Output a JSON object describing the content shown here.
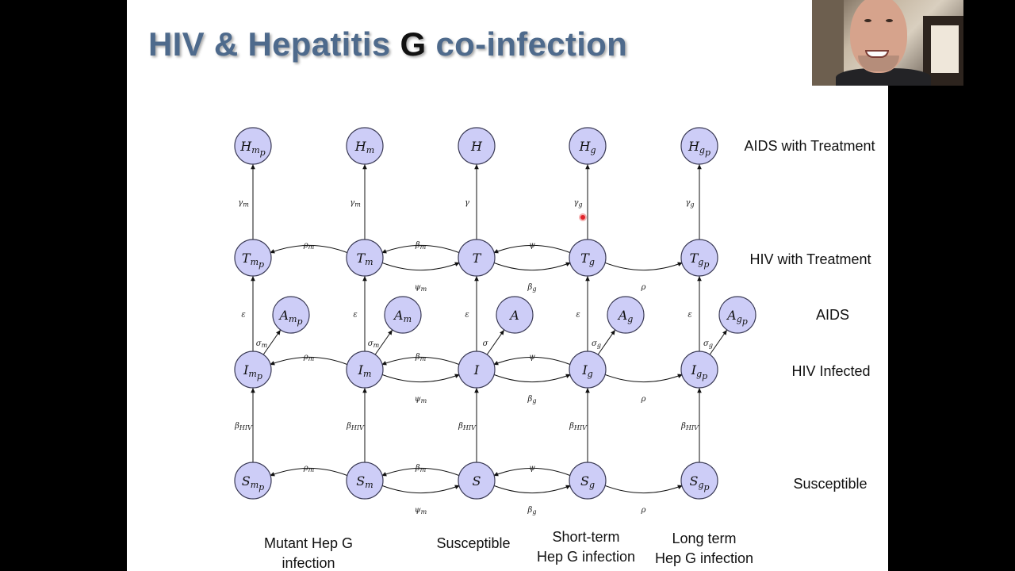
{
  "slide": {
    "title_part1": "HIV & Hepatitis ",
    "title_highlight": "G",
    "title_part2": " co-infection"
  },
  "diagram": {
    "nodes": [
      {
        "id": "Hmp",
        "base": "H",
        "sub": "m",
        "subsub": "p"
      },
      {
        "id": "Hm",
        "base": "H",
        "sub": "m"
      },
      {
        "id": "H",
        "base": "H"
      },
      {
        "id": "Hg",
        "base": "H",
        "sub": "g"
      },
      {
        "id": "Hgp",
        "base": "H",
        "sub": "g",
        "subsub": "p"
      },
      {
        "id": "Tmp",
        "base": "T",
        "sub": "m",
        "subsub": "p"
      },
      {
        "id": "Tm",
        "base": "T",
        "sub": "m"
      },
      {
        "id": "T",
        "base": "T"
      },
      {
        "id": "Tg",
        "base": "T",
        "sub": "g"
      },
      {
        "id": "Tgp",
        "base": "T",
        "sub": "g",
        "subsub": "p"
      },
      {
        "id": "Amp",
        "base": "A",
        "sub": "m",
        "subsub": "p"
      },
      {
        "id": "Am",
        "base": "A",
        "sub": "m"
      },
      {
        "id": "A",
        "base": "A"
      },
      {
        "id": "Ag",
        "base": "A",
        "sub": "g"
      },
      {
        "id": "Agp",
        "base": "A",
        "sub": "g",
        "subsub": "p"
      },
      {
        "id": "Imp",
        "base": "I",
        "sub": "m",
        "subsub": "p"
      },
      {
        "id": "Im",
        "base": "I",
        "sub": "m"
      },
      {
        "id": "I",
        "base": "I"
      },
      {
        "id": "Ig",
        "base": "I",
        "sub": "g"
      },
      {
        "id": "Igp",
        "base": "I",
        "sub": "g",
        "subsub": "p"
      },
      {
        "id": "Smp",
        "base": "S",
        "sub": "m",
        "subsub": "p"
      },
      {
        "id": "Sm",
        "base": "S",
        "sub": "m"
      },
      {
        "id": "S",
        "base": "S"
      },
      {
        "id": "Sg",
        "base": "S",
        "sub": "g"
      },
      {
        "id": "Sgp",
        "base": "S",
        "sub": "g",
        "subsub": "p"
      }
    ],
    "edges": [
      {
        "from": "Tmp",
        "to": "Hmp",
        "rate": "γ",
        "rate_sub": "m"
      },
      {
        "from": "Tm",
        "to": "Hm",
        "rate": "γ",
        "rate_sub": "m"
      },
      {
        "from": "T",
        "to": "H",
        "rate": "γ"
      },
      {
        "from": "Tg",
        "to": "Hg",
        "rate": "γ",
        "rate_sub": "g"
      },
      {
        "from": "Tgp",
        "to": "Hgp",
        "rate": "γ",
        "rate_sub": "g"
      },
      {
        "from": "Tm",
        "to": "Tmp",
        "rate": "ρ",
        "rate_sub": "m"
      },
      {
        "from": "T",
        "to": "Tm",
        "rate": "β",
        "rate_sub": "m"
      },
      {
        "from": "Tm",
        "to": "T",
        "rate": "ψ",
        "rate_sub": "m"
      },
      {
        "from": "Tg",
        "to": "T",
        "rate": "ψ"
      },
      {
        "from": "T",
        "to": "Tg",
        "rate": "β",
        "rate_sub": "g"
      },
      {
        "from": "Tg",
        "to": "Tgp",
        "rate": "ρ"
      },
      {
        "from": "Imp",
        "to": "Tmp",
        "rate": "ε"
      },
      {
        "from": "Im",
        "to": "Tm",
        "rate": "ε"
      },
      {
        "from": "I",
        "to": "T",
        "rate": "ε"
      },
      {
        "from": "Ig",
        "to": "Tg",
        "rate": "ε"
      },
      {
        "from": "Igp",
        "to": "Tgp",
        "rate": "ε"
      },
      {
        "from": "Imp",
        "to": "Amp",
        "rate": "σ",
        "rate_sub": "m"
      },
      {
        "from": "Im",
        "to": "Am",
        "rate": "σ",
        "rate_sub": "m"
      },
      {
        "from": "I",
        "to": "A",
        "rate": "σ"
      },
      {
        "from": "Ig",
        "to": "Ag",
        "rate": "σ",
        "rate_sub": "g"
      },
      {
        "from": "Igp",
        "to": "Agp",
        "rate": "σ",
        "rate_sub": "g"
      },
      {
        "from": "Im",
        "to": "Imp",
        "rate": "ρ",
        "rate_sub": "m"
      },
      {
        "from": "I",
        "to": "Im",
        "rate": "β",
        "rate_sub": "m"
      },
      {
        "from": "Im",
        "to": "I",
        "rate": "ψ",
        "rate_sub": "m"
      },
      {
        "from": "Ig",
        "to": "I",
        "rate": "ψ"
      },
      {
        "from": "I",
        "to": "Ig",
        "rate": "β",
        "rate_sub": "g"
      },
      {
        "from": "Ig",
        "to": "Igp",
        "rate": "ρ"
      },
      {
        "from": "Smp",
        "to": "Imp",
        "rate": "β",
        "rate_sub": "HIV"
      },
      {
        "from": "Sm",
        "to": "Im",
        "rate": "β",
        "rate_sub": "HIV"
      },
      {
        "from": "S",
        "to": "I",
        "rate": "β",
        "rate_sub": "HIV"
      },
      {
        "from": "Sg",
        "to": "Ig",
        "rate": "β",
        "rate_sub": "HIV"
      },
      {
        "from": "Sgp",
        "to": "Igp",
        "rate": "β",
        "rate_sub": "HIV"
      },
      {
        "from": "Sm",
        "to": "Smp",
        "rate": "ρ",
        "rate_sub": "m"
      },
      {
        "from": "S",
        "to": "Sm",
        "rate": "β",
        "rate_sub": "m"
      },
      {
        "from": "Sm",
        "to": "S",
        "rate": "ψ",
        "rate_sub": "m"
      },
      {
        "from": "Sg",
        "to": "S",
        "rate": "ψ"
      },
      {
        "from": "S",
        "to": "Sg",
        "rate": "β",
        "rate_sub": "g"
      },
      {
        "from": "Sg",
        "to": "Sgp",
        "rate": "ρ"
      }
    ],
    "row_labels": {
      "H": "AIDS with Treatment",
      "T": "HIV with Treatment",
      "A": "AIDS",
      "I": "HIV Infected",
      "S": "Susceptible"
    },
    "col_labels": {
      "mutant": [
        "Mutant Hep G",
        "infection"
      ],
      "susceptible": [
        "Susceptible"
      ],
      "short_term": [
        "Short-term",
        "Hep G infection"
      ],
      "long_term": [
        "Long term",
        "Hep G infection"
      ]
    }
  },
  "colors": {
    "title": "#4e6a8c",
    "node_fill": "#cdcdf7",
    "pointer": "#e0242b",
    "background": "#000000"
  }
}
